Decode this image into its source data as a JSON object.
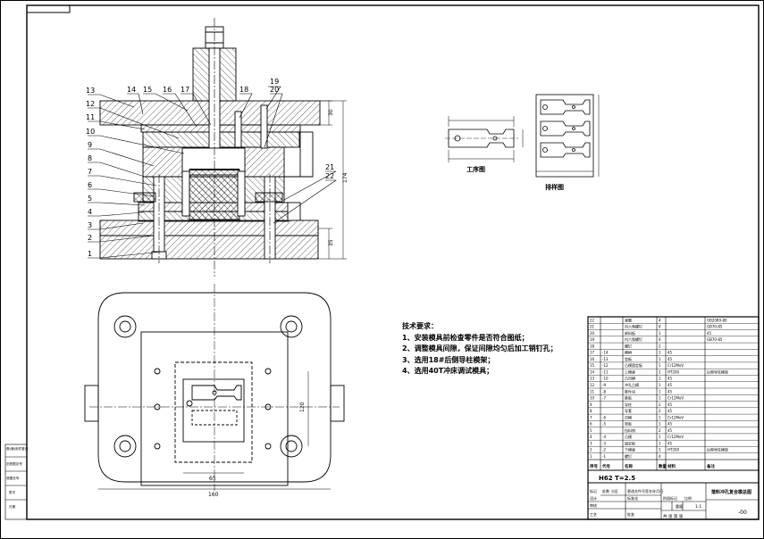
{
  "leaders_left": [
    "1",
    "2",
    "3",
    "4",
    "5",
    "6",
    "7",
    "8",
    "9",
    "10",
    "11",
    "12",
    "13"
  ],
  "leaders_top": [
    "14",
    "15",
    "16",
    "17",
    "18",
    "19",
    "20"
  ],
  "leaders_right": [
    "21",
    "22"
  ],
  "dims": {
    "d30": "30",
    "d174": "174",
    "d35": "35",
    "d120": "120",
    "d160": "160",
    "d65": "65"
  },
  "part_title": "工序图",
  "strip_title": "排样图",
  "tech": {
    "heading": "技术要求：",
    "lines": [
      "1、安装模具前检查零件是否符合图纸；",
      "2、调整模具间隙，保证间隙均匀后加工销钉孔；",
      "3、选用18#后侧导柱模架；",
      "4、选用40T冲床调试模具；"
    ]
  },
  "bom_rows": [
    [
      "22",
      "",
      "弹簧",
      "4",
      "",
      "GB2089-80"
    ],
    [
      "21",
      "",
      "内六角螺钉",
      "4",
      "",
      "GB70-85"
    ],
    [
      "20",
      "",
      "卸料板",
      "1",
      "",
      "45"
    ],
    [
      "19",
      "",
      "内六角螺钉",
      "4",
      "",
      "GB70-85"
    ],
    [
      "18",
      "",
      "螺钉",
      "2",
      "",
      ""
    ],
    [
      "17",
      "-14",
      "模柄",
      "1",
      "45",
      ""
    ],
    [
      "16",
      "-13",
      "垫板",
      "1",
      "45",
      ""
    ],
    [
      "15",
      "-12",
      "凸模固定板",
      "1",
      "Cr12MoV",
      ""
    ],
    [
      "14",
      "-11",
      "上模座",
      "1",
      "HT200",
      "后侧导柱模架"
    ],
    [
      "13",
      "-10",
      "凸凹模",
      "1",
      "45",
      ""
    ],
    [
      "12",
      "-9",
      "冲孔凸模",
      "1",
      "45",
      ""
    ],
    [
      "11",
      "-8",
      "推件块",
      "1",
      "45",
      ""
    ],
    [
      "10",
      "-7",
      "推板",
      "1",
      "Cr12MoV",
      ""
    ],
    [
      "9",
      "",
      "导柱",
      "2",
      "45",
      ""
    ],
    [
      "8",
      "",
      "导套",
      "2",
      "45",
      ""
    ],
    [
      "7",
      "-6",
      "凹模",
      "1",
      "Cr12MoV",
      ""
    ],
    [
      "6",
      "-5",
      "垫板",
      "1",
      "45",
      ""
    ],
    [
      "5",
      "",
      "挡料销",
      "2",
      "45",
      ""
    ],
    [
      "4",
      "-4",
      "凸模",
      "1",
      "Cr12MoV",
      ""
    ],
    [
      "3",
      "-3",
      "固定板",
      "1",
      "45",
      ""
    ],
    [
      "2",
      "-2",
      "下模座",
      "1",
      "HT200",
      "后侧导柱模架"
    ],
    [
      "1",
      "-1",
      "螺钉",
      "4",
      "",
      ""
    ]
  ],
  "bom_header": [
    "序号",
    "代号",
    "名称",
    "数量",
    "材料",
    "备注"
  ],
  "title_block": {
    "part_no": "H62 T=2.5",
    "drawing_name": "落料冲孔复合模总图",
    "sheet": "共 张 第 张",
    "ratio": "1:1",
    "code": "-00",
    "left_labels": [
      "标记",
      "设计",
      "审核",
      "工艺"
    ],
    "col_labels": [
      "处数",
      "分区",
      "更改文件号",
      "签名",
      "年月日"
    ],
    "stage_labels": [
      "阶段标记",
      "重量",
      "比例"
    ],
    "sign_labels": [
      "标准化",
      "批准"
    ]
  },
  "sidebar": [
    "借(通)用件登记",
    "旧底图总号",
    "底图总号",
    "签字",
    "日期"
  ]
}
